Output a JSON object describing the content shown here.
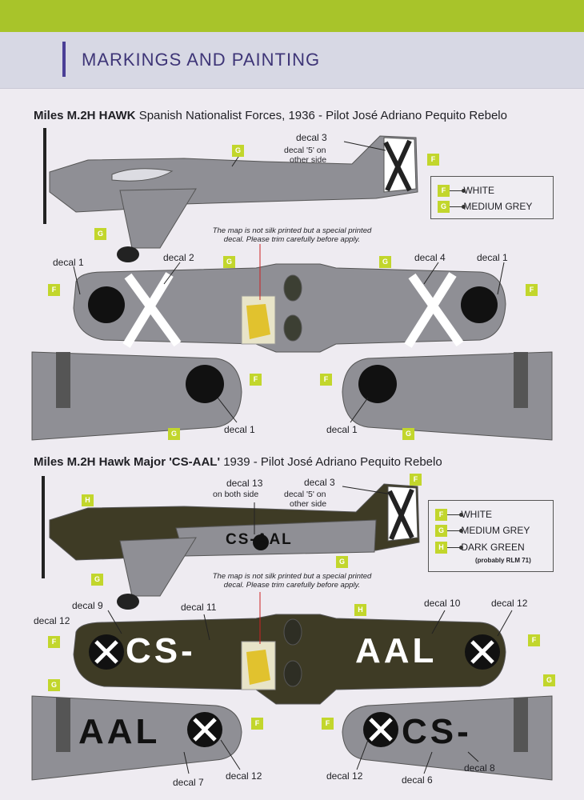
{
  "header": {
    "title": "MARKINGS AND PAINTING"
  },
  "scheme1": {
    "title_bold": "Miles M.2H HAWK",
    "title_rest": "Spanish Nationalist Forces, 1936 - Pilot José Adriano Pequito Rebelo",
    "side_decal": "decal 3",
    "side_decal_note1": "decal '5' on",
    "side_decal_note2": "other side",
    "note1": "The map is not silk printed but a special printed",
    "note2": "decal. Please trim carefully before apply.",
    "top_labels": {
      "d1_left": "decal 1",
      "d2": "decal 2",
      "d4": "decal 4",
      "d1_right": "decal 1"
    },
    "bottom_labels": {
      "left": "decal 1",
      "right": "decal 1"
    },
    "legend": [
      {
        "code": "F",
        "name": "WHITE"
      },
      {
        "code": "G",
        "name": "MEDIUM GREY"
      }
    ]
  },
  "scheme2": {
    "title_bold": "Miles M.2H Hawk Major 'CS-AAL'",
    "title_rest": "1939 - Pilot José Adriano Pequito Rebelo",
    "fuselage_reg": "CS-AAL",
    "decal13": "decal 13",
    "decal13_note": "on both side",
    "side_decal": "decal 3",
    "side_decal_note1": "decal '5' on",
    "side_decal_note2": "other side",
    "note1": "The map is not silk printed but a special printed",
    "note2": "decal. Please trim carefully before apply.",
    "top_labels": {
      "d12_left": "decal 12",
      "d9": "decal 9",
      "d11": "decal 11",
      "d10": "decal 10",
      "d12_right": "decal 12"
    },
    "wing_left_text": "CS-",
    "wing_right_text": "AAL",
    "under_left_text": "AAL",
    "under_right_text": "CS-",
    "bottom_labels": {
      "d7": "decal 7",
      "d12a": "decal 12",
      "d12b": "decal 12",
      "d6": "decal 6",
      "d8": "decal 8"
    },
    "legend": [
      {
        "code": "F",
        "name": "WHITE"
      },
      {
        "code": "G",
        "name": "MEDIUM GREY"
      },
      {
        "code": "H",
        "name": "DARK GREEN"
      }
    ],
    "legend_sub": "(probably RLM 71)"
  },
  "colors": {
    "grey": "#8f8f95",
    "green": "#3e3b25",
    "white": "#ffffff",
    "badge": "#c2d62c",
    "accent": "#3e3577"
  }
}
